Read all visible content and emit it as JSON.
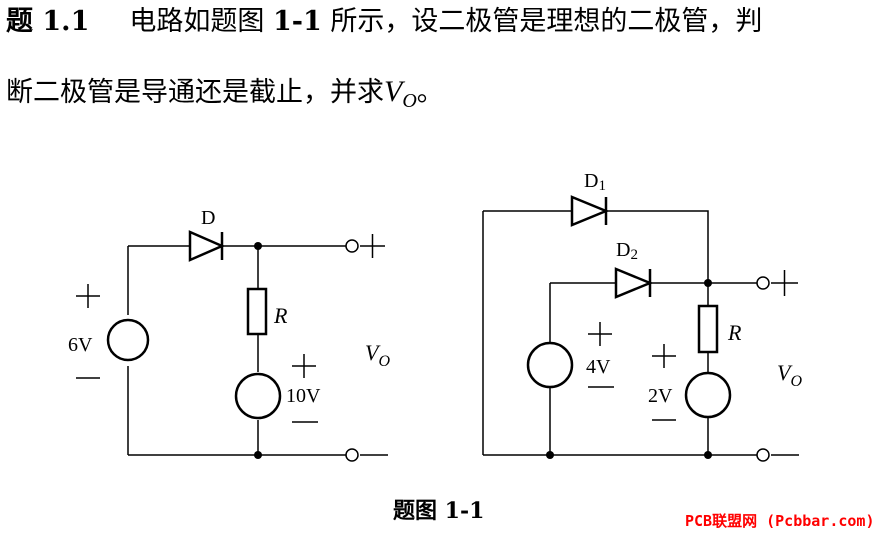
{
  "problem": {
    "label": "题 1.1",
    "line1_text": "电路如题图",
    "figure_ref": "1-1",
    "line1_tail": "所示，设二极管是理想的二极管，判",
    "line2_text": "断二极管是导通还是截止，并求",
    "output_var": "V",
    "output_sub": "O",
    "end_punct": "。"
  },
  "left_circuit": {
    "diode_label": "D",
    "resistor_label": "R",
    "source1_value": "6V",
    "source2_value": "10V",
    "plus_sign": "+",
    "minus_sign": "—",
    "output_var": "V",
    "output_sub": "O"
  },
  "right_circuit": {
    "diode1_label": "D",
    "diode1_sub": "1",
    "diode2_label": "D",
    "diode2_sub": "2",
    "resistor_label": "R",
    "source1_value": "4V",
    "source2_value": "2V",
    "plus_sign": "+",
    "minus_sign": "—",
    "output_var": "V",
    "output_sub": "O"
  },
  "caption": "题图 1-1",
  "watermark": "PCB联盟网 (Pcbbar.com)"
}
